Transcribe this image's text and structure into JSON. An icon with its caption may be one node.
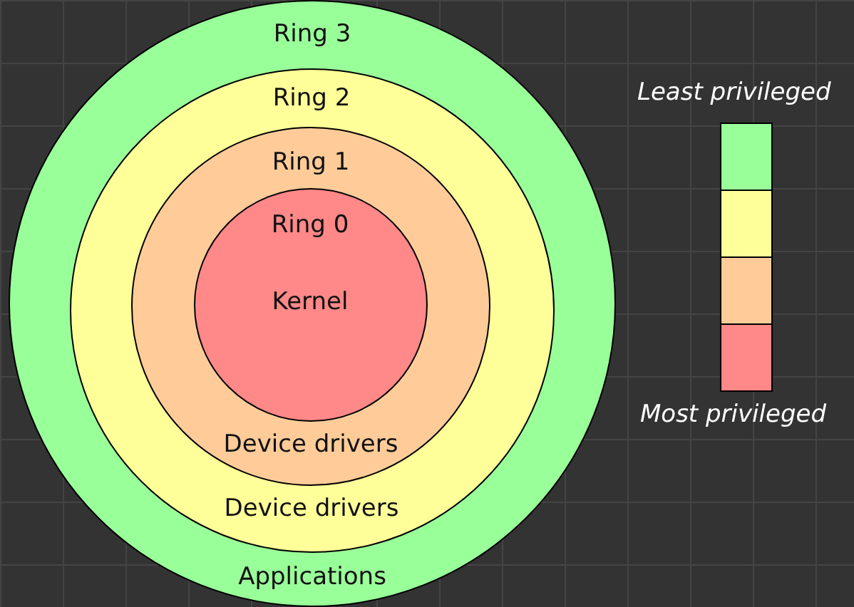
{
  "diagram": {
    "nodes": [
      {
        "text": [
          "Ring 3",
          "Applications"
        ]
      },
      {
        "text": [
          "Ring 2",
          "Device drivers"
        ],
        "in": 0
      },
      {
        "text": [
          "Ring 1",
          "Device drivers"
        ],
        "in": 1
      },
      {
        "text": [
          "Ring 0",
          "Kernel"
        ],
        "in": 2
      },
      {
        "text": [],
        "shape": "box"
      },
      {
        "text": [],
        "shape": "box"
      },
      {
        "text": [],
        "shape": "box"
      },
      {
        "text": [],
        "shape": "box"
      }
    ],
    "edges": [],
    "labels": [
      "Least privileged",
      "Most privileged"
    ]
  }
}
